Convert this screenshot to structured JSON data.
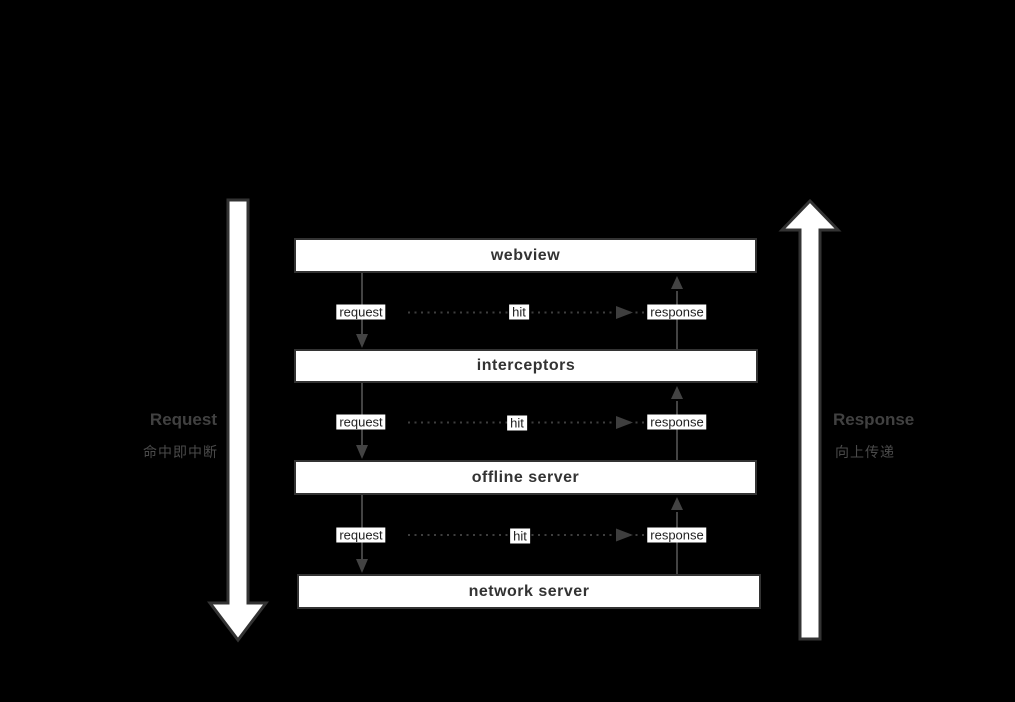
{
  "diagram": {
    "layers": [
      {
        "label": "webview"
      },
      {
        "label": "interceptors"
      },
      {
        "label": "offline server"
      },
      {
        "label": "network server"
      }
    ],
    "rows": [
      {
        "request": "request",
        "hit": "hit",
        "response": "response"
      },
      {
        "request": "request",
        "hit": "hit",
        "response": "response"
      },
      {
        "request": "request",
        "hit": "hit",
        "response": "response"
      }
    ],
    "left_flow": {
      "title": "Request",
      "subtitle": "命中即中断",
      "direction": "down"
    },
    "right_flow": {
      "title": "Response",
      "subtitle": "向上传递",
      "direction": "up"
    },
    "colors": {
      "background": "#000000",
      "box_fill": "#ffffff",
      "box_border": "#333333",
      "box_text": "#333333",
      "connector": "#434343",
      "label_bg": "#ffffff",
      "label_text": "#1f1f1f",
      "side_title": "#414141",
      "side_subtitle": "#4a4a4a",
      "flow_arrow_fill": "#ffffff",
      "flow_arrow_stroke": "#333333"
    }
  }
}
